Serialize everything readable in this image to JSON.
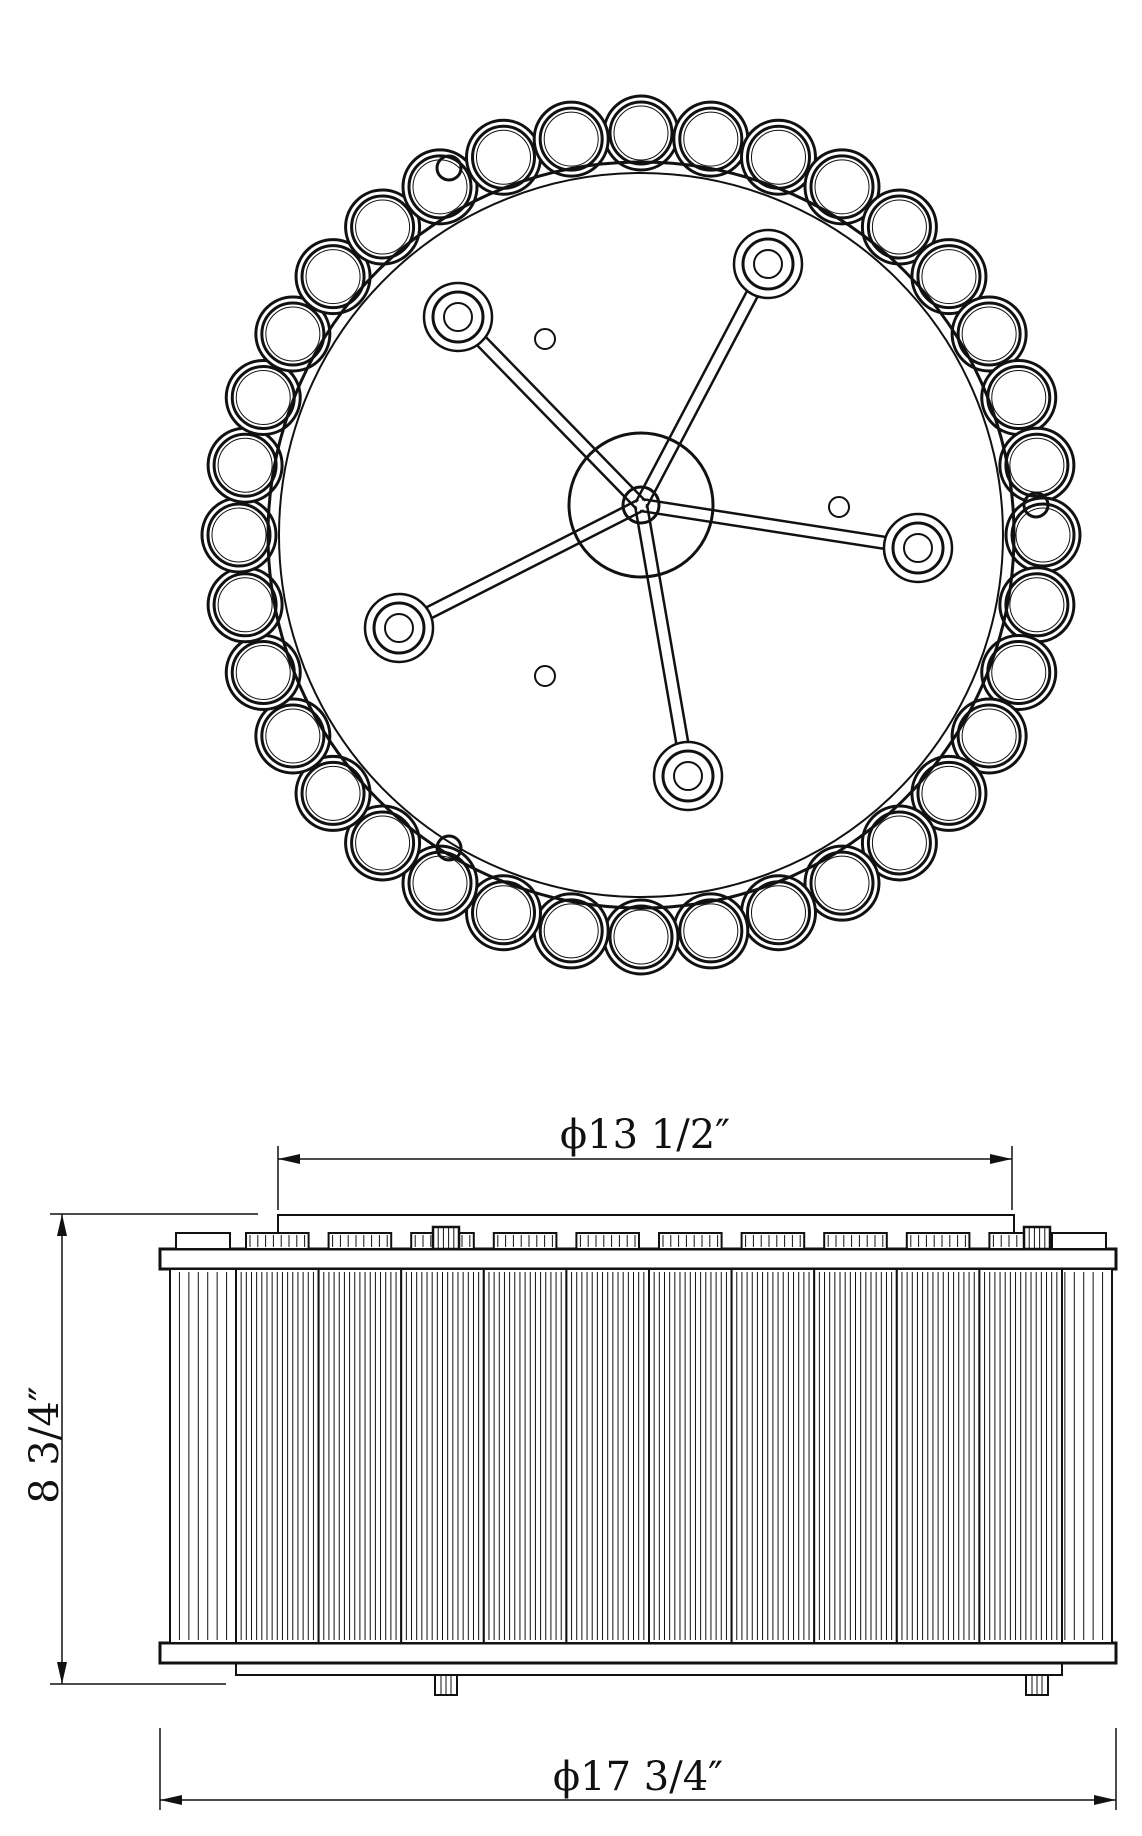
{
  "diagram": {
    "type": "technical-drawing",
    "views": [
      "top-view",
      "side-view"
    ],
    "dimensions": {
      "inner_diameter": "ϕ13 1/2″",
      "height": "8 3/4″",
      "outer_diameter": "ϕ17 3/4″"
    },
    "top_view": {
      "ring_count": 36,
      "arm_count": 5,
      "small_hole_count": 3
    },
    "side_view": {
      "panel_count": 10
    },
    "colors": {
      "line": "#111111",
      "background": "#ffffff"
    }
  }
}
